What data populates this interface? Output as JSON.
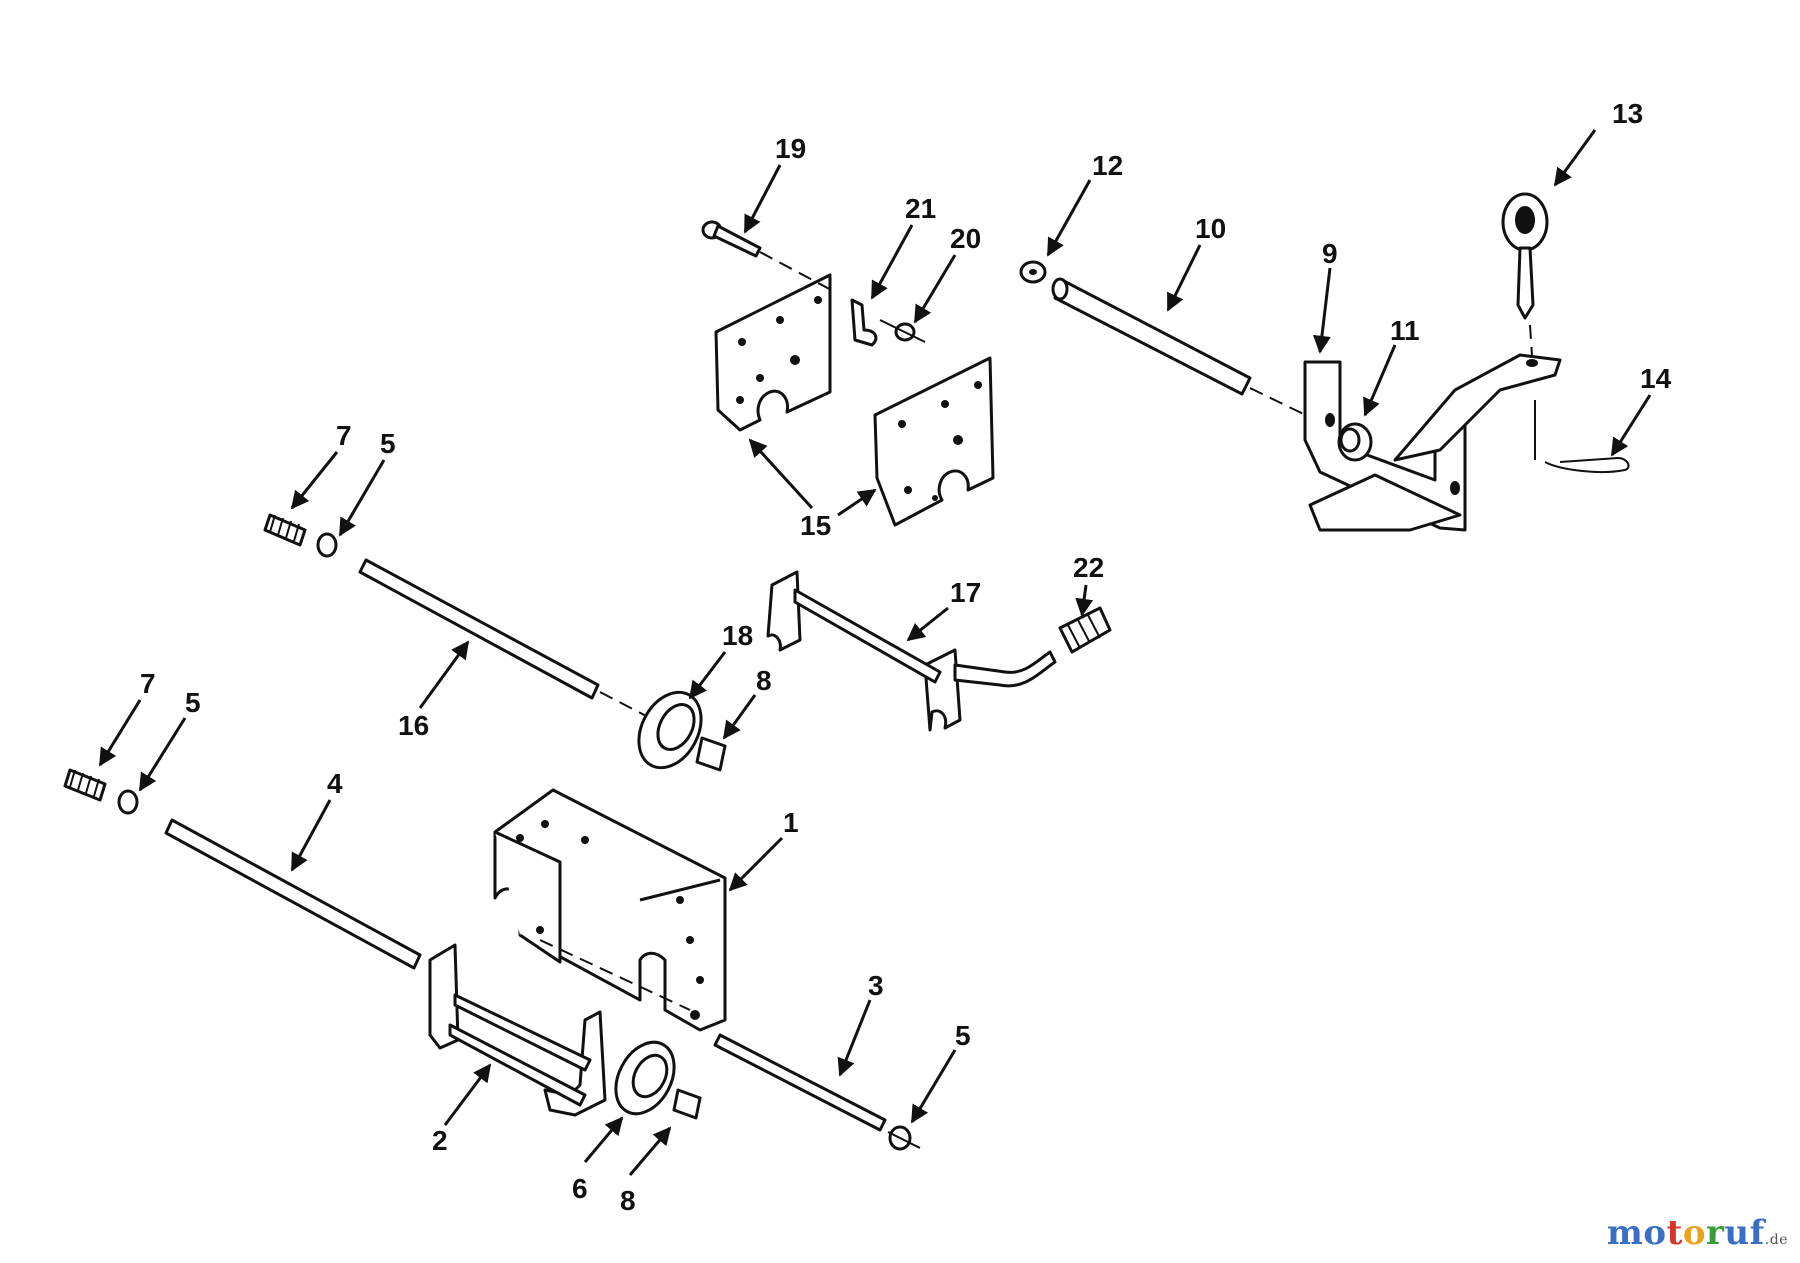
{
  "labels": {
    "l1": "1",
    "l2": "2",
    "l3": "3",
    "l4": "4",
    "l5a": "5",
    "l5b": "5",
    "l5c": "5",
    "l6": "6",
    "l7a": "7",
    "l7b": "7",
    "l8a": "8",
    "l8b": "8",
    "l9": "9",
    "l10": "10",
    "l11": "11",
    "l12": "12",
    "l13": "13",
    "l14": "14",
    "l15": "15",
    "l16": "16",
    "l17": "17",
    "l18": "18",
    "l19": "19",
    "l20": "20",
    "l21": "21",
    "l22": "22"
  },
  "watermark": {
    "letters": [
      "m",
      "o",
      "t",
      "o",
      "r",
      "u",
      "f"
    ],
    "colors": [
      "#3a6fc4",
      "#3a6fc4",
      "#d9342b",
      "#e8a21c",
      "#3a9b3a",
      "#3a6fc4",
      "#3a6fc4"
    ],
    "suffix": ".de"
  }
}
